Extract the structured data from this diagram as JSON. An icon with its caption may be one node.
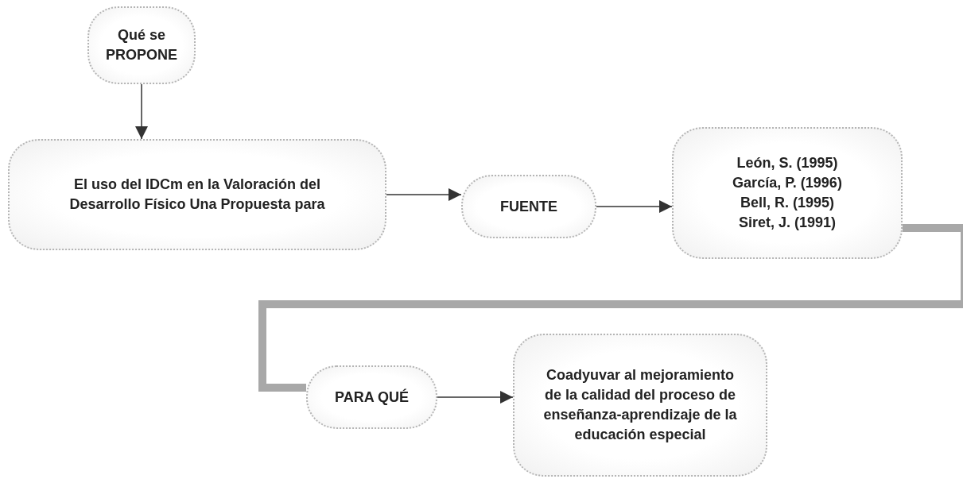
{
  "diagram": {
    "nodes": [
      {
        "text": [
          "Qué se PROPONE"
        ]
      },
      {
        "text": [
          "El uso del IDCm en la Valoración del Desarrollo Físico Una Propuesta para"
        ]
      },
      {
        "text": [
          "FUENTE"
        ]
      },
      {
        "text": [
          "León, S. (1995)",
          "García, P. (1996)",
          "Bell, R. (1995)",
          "Siret, J. (1991)"
        ]
      },
      {
        "text": [
          "PARA QUÉ"
        ]
      },
      {
        "text": [
          "Coadyuvar al mejoramiento de la calidad del proceso de enseñanza-aprendizaje de la educación especial"
        ]
      }
    ],
    "edges": [
      {
        "from": 0,
        "to": 1,
        "arrow": "to"
      },
      {
        "from": 1,
        "to": 2,
        "arrow": "to"
      },
      {
        "from": 2,
        "to": 3,
        "arrow": "to"
      },
      {
        "from": 3,
        "to": 4,
        "arrow": "none",
        "style": "thick",
        "color": "#a8a8a8"
      },
      {
        "from": 4,
        "to": 5,
        "arrow": "to"
      }
    ]
  }
}
